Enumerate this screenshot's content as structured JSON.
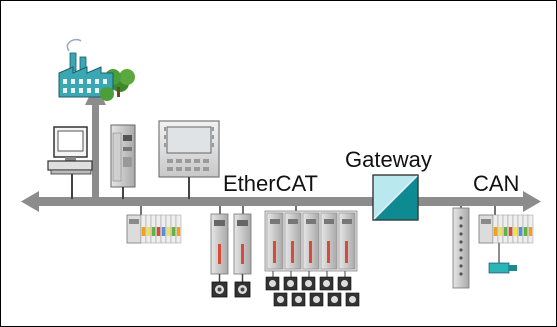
{
  "labels": {
    "ethercat": "EtherCAT",
    "gateway": "Gateway",
    "can": "CAN"
  },
  "colors": {
    "bus": "#8c8c8c",
    "gateway_dark": "#0e8a92",
    "gateway_light": "#b9e8ee",
    "factory": "#3aa7b3",
    "tree": "#3c8a2e",
    "terminal_orange": "#f0a020",
    "terminal_yellow": "#f2e24a",
    "terminal_green": "#62b046",
    "terminal_red": "#d84a3a",
    "terminal_blue": "#5a8ed0",
    "motor_teal": "#2bb5b5"
  },
  "icons": {
    "factory": "factory-icon",
    "computer": "computer-icon",
    "controller": "controller-icon",
    "panel": "panel-icon",
    "gateway": "gateway-icon",
    "io_terminals": "io-terminal-icon",
    "drives": "drive-icon",
    "motors": "motor-icon"
  }
}
